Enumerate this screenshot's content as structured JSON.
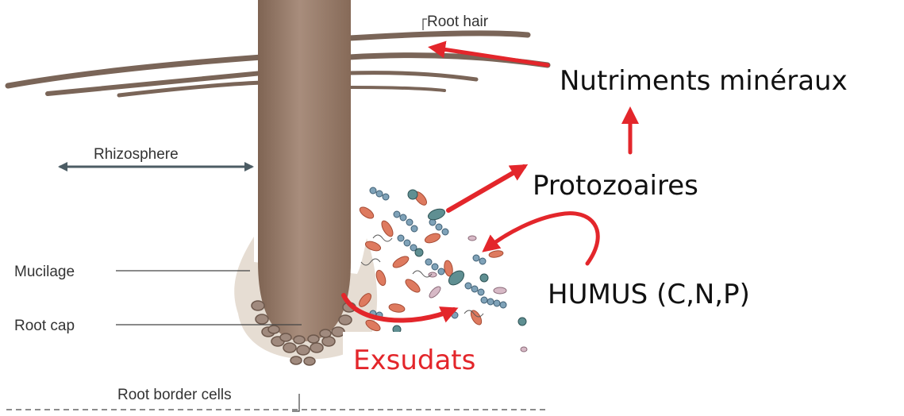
{
  "figure_labels": {
    "root_hair": "Root hair",
    "rhizosphere": "Rhizosphere",
    "mucilage": "Mucilage",
    "root_cap": "Root cap",
    "root_border_cells": "Root border cells"
  },
  "annotations": {
    "nutriments": "Nutriments minéraux",
    "protozoaires": "Protozoaires",
    "humus": "HUMUS (C,N,P)",
    "exsudats": "Exsudats"
  },
  "colors": {
    "root": "#9b8070",
    "mucilage": "#e6ddd3",
    "arrow_red": "#e3262b",
    "rhizo_arrow": "#4c5c64",
    "bacteria_red": "#de7a5f",
    "bacteria_blue": "#7fa2b8",
    "protozoa": "#5f8f92"
  }
}
